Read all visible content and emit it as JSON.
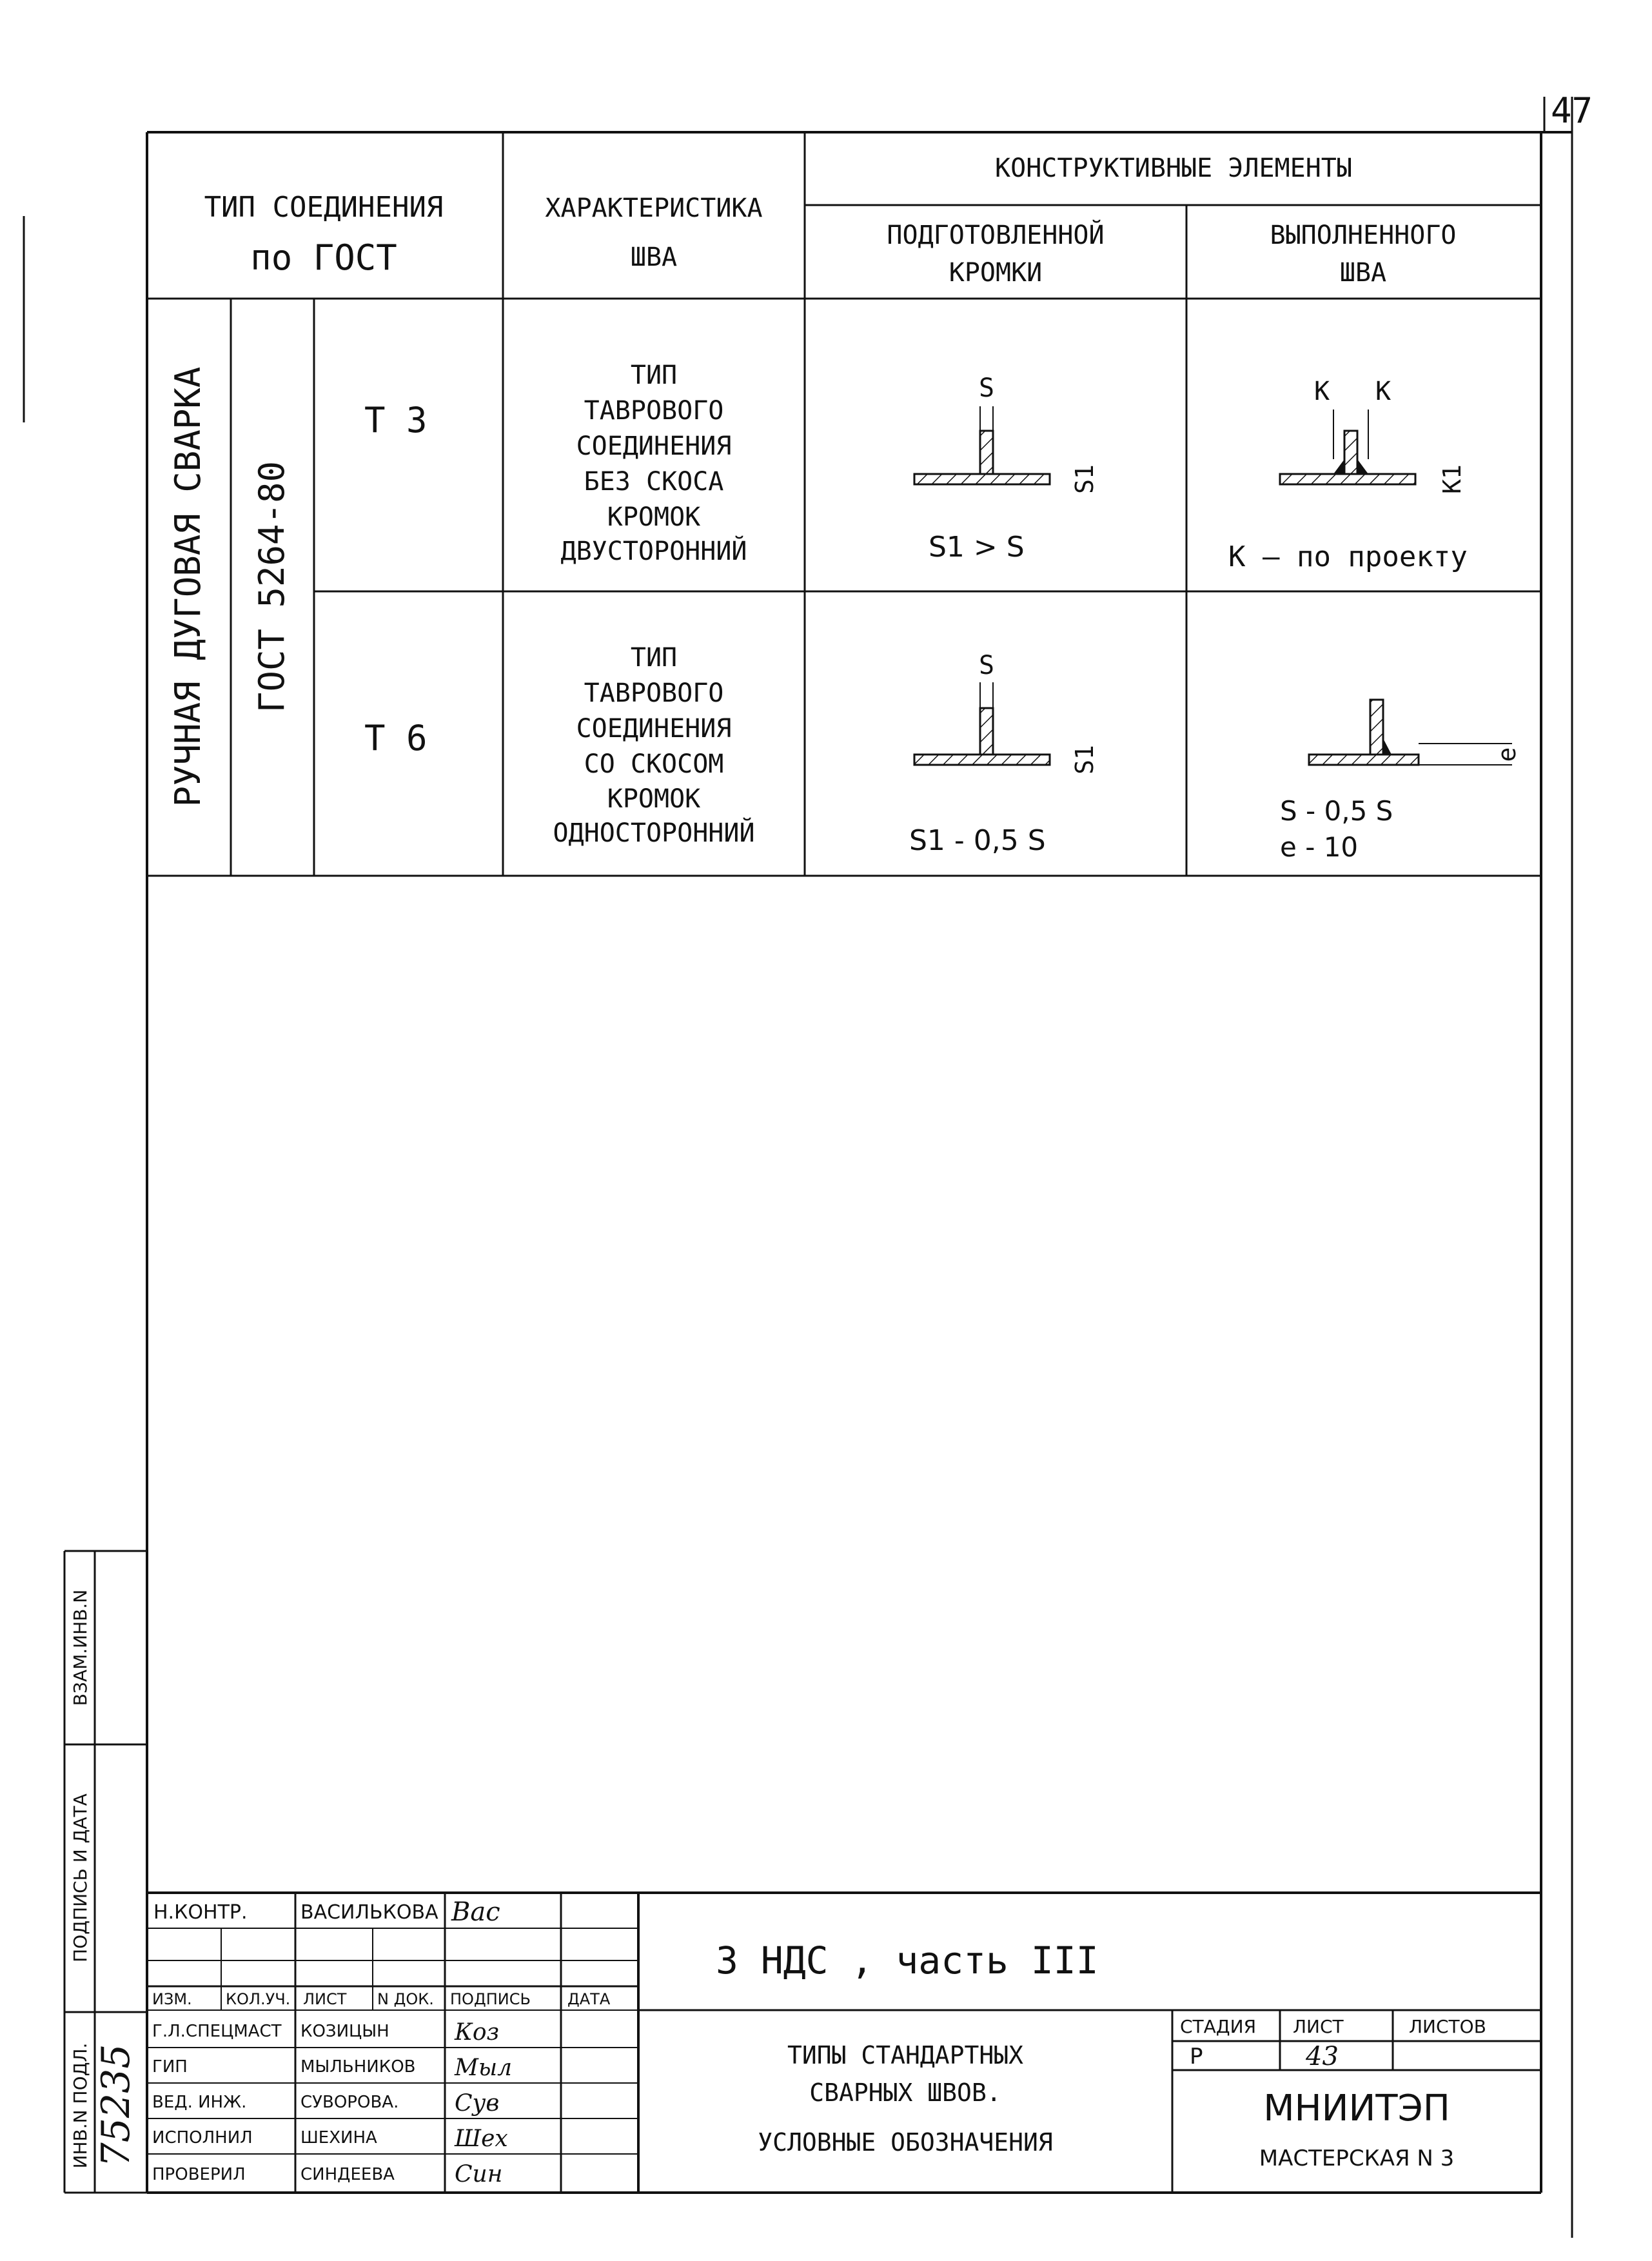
{
  "sheet_number": "47",
  "header": {
    "col_type": "ТИП СОЕДИНЕНИЯ",
    "col_type_gost": "по ГОСТ",
    "col_char_1": "ХАРАКТЕРИСТИКА",
    "col_char_2": "ШВА",
    "col_elements": "КОНСТРУКТИВНЫЕ ЭЛЕМЕНТЫ",
    "col_prepared_1": "ПОДГОТОВЛЕННОЙ",
    "col_prepared_2": "КРОМКИ",
    "col_done_1": "ВЫПОЛНЕННОГО",
    "col_done_2": "ШВА"
  },
  "welding_method": "РУЧНАЯ ДУГОВАЯ СВАРКА",
  "gost": "ГОСТ 5264-80",
  "rows": [
    {
      "code": "Т 3",
      "desc": [
        "ТИП",
        "ТАВРОВОГО",
        "СОЕДИНЕНИЯ",
        "БЕЗ СКОСА",
        "КРОМОК",
        "ДВУСТОРОННИЙ"
      ],
      "prep_top": "S",
      "prep_side": "S1",
      "prep_formula": "S1 > S",
      "done_top_left": "K",
      "done_top_right": "K",
      "done_side": "K1",
      "done_formula": "К – по проекту"
    },
    {
      "code": "Т 6",
      "desc": [
        "ТИП",
        "ТАВРОВОГО",
        "СОЕДИНЕНИЯ",
        "СО СКОСОМ",
        "КРОМОК",
        "ОДНОСТОРОННИЙ"
      ],
      "prep_top": "S",
      "prep_side": "S1",
      "prep_formula": "S1 - 0,5 S",
      "done_side": "e",
      "done_formula_1": "S - 0,5 S",
      "done_formula_2": "e - 10"
    }
  ],
  "side_stamp": {
    "label_1": "ИНВ.N ПОДЛ.",
    "label_2": "ПОДПИСЬ И ДАТА",
    "label_3": "ВЗАМ.ИНВ.N",
    "inv_number": "75235"
  },
  "title_block": {
    "rows": [
      {
        "role": "Н.КОНТР.",
        "name": "ВАСИЛЬКОВА"
      },
      {
        "role": "",
        "name": ""
      },
      {
        "role": "Г.Л.СПЕЦМАСТ",
        "name": "КОЗИЦЫН"
      },
      {
        "role": "ГИП",
        "name": "МЫЛЬНИКОВ"
      },
      {
        "role": "ВЕД. ИНЖ.",
        "name": "СУВОРОВА."
      },
      {
        "role": "ИСПОЛНИЛ",
        "name": "ШЕХИНА"
      },
      {
        "role": "ПРОВЕРИЛ",
        "name": "СИНДЕЕВА"
      }
    ],
    "columns": [
      "ИЗМ.",
      "КОЛ.УЧ.",
      "ЛИСТ",
      "N ДОК.",
      "ПОДПИСЬ",
      "ДАТА"
    ],
    "project": "3 НДС , часть III",
    "title_1": "ТИПЫ СТАНДАРТНЫХ",
    "title_2": "СВАРНЫХ ШВОВ.",
    "title_3": "УСЛОВНЫЕ ОБОЗНАЧЕНИЯ",
    "stage_label": "СТАДИЯ",
    "sheet_label": "ЛИСТ",
    "sheets_label": "ЛИСТОВ",
    "stage": "Р",
    "sheet": "43",
    "sheets": "",
    "org": "МНИИТЭП",
    "workshop": "МАСТЕРСКАЯ N 3"
  }
}
